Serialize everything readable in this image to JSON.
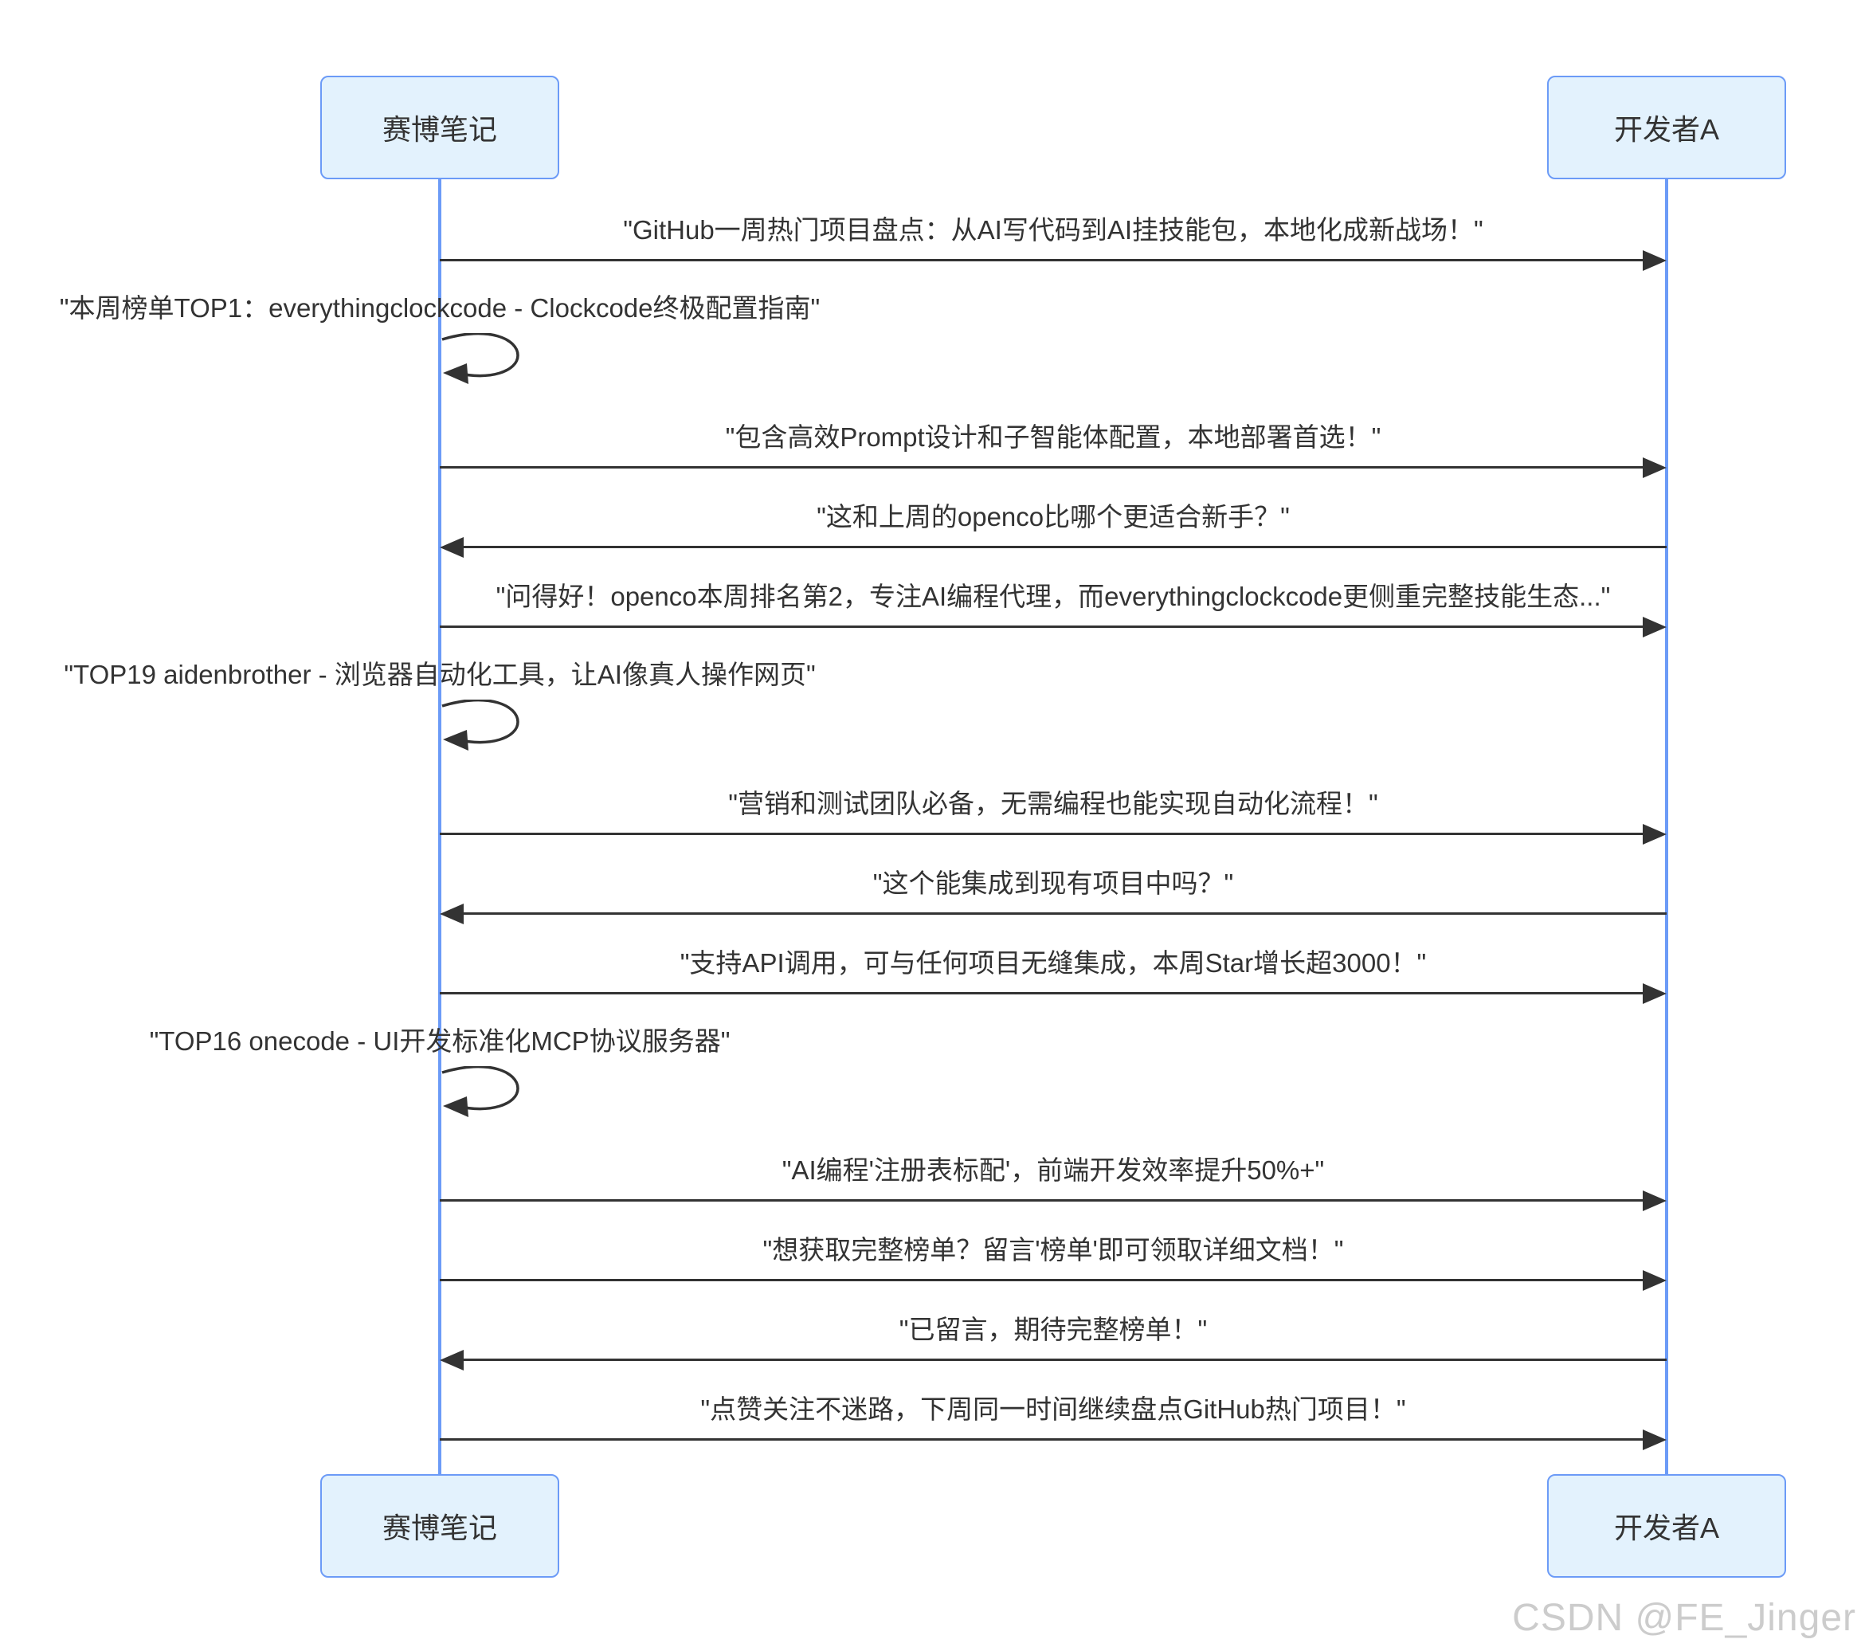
{
  "diagram_type": "sequence",
  "participants": [
    {
      "id": "cyber-note",
      "label": "赛博笔记"
    },
    {
      "id": "developer-a",
      "label": "开发者A"
    }
  ],
  "messages": [
    {
      "from": "赛博笔记",
      "to": "开发者A",
      "kind": "arrow-right",
      "text": "\"GitHub一周热门项目盘点：从AI写代码到AI挂技能包，本地化成新战场！\""
    },
    {
      "from": "赛博笔记",
      "to": "赛博笔记",
      "kind": "self",
      "text": "\"本周榜单TOP1：everythingclockcode - Clockcode终极配置指南\""
    },
    {
      "from": "赛博笔记",
      "to": "开发者A",
      "kind": "arrow-right",
      "text": "\"包含高效Prompt设计和子智能体配置，本地部署首选！\""
    },
    {
      "from": "开发者A",
      "to": "赛博笔记",
      "kind": "arrow-left",
      "text": "\"这和上周的openco比哪个更适合新手？\""
    },
    {
      "from": "赛博笔记",
      "to": "开发者A",
      "kind": "arrow-right",
      "text": "\"问得好！openco本周排名第2，专注AI编程代理，而everythingclockcode更侧重完整技能生态...\""
    },
    {
      "from": "赛博笔记",
      "to": "赛博笔记",
      "kind": "self",
      "text": "\"TOP19 aidenbrother - 浏览器自动化工具，让AI像真人操作网页\""
    },
    {
      "from": "赛博笔记",
      "to": "开发者A",
      "kind": "arrow-right",
      "text": "\"营销和测试团队必备，无需编程也能实现自动化流程！\""
    },
    {
      "from": "开发者A",
      "to": "赛博笔记",
      "kind": "arrow-left",
      "text": "\"这个能集成到现有项目中吗？\""
    },
    {
      "from": "赛博笔记",
      "to": "开发者A",
      "kind": "arrow-right",
      "text": "\"支持API调用，可与任何项目无缝集成，本周Star增长超3000！\""
    },
    {
      "from": "赛博笔记",
      "to": "赛博笔记",
      "kind": "self",
      "text": "\"TOP16 onecode - UI开发标准化MCP协议服务器\""
    },
    {
      "from": "赛博笔记",
      "to": "开发者A",
      "kind": "arrow-right",
      "text": "\"AI编程'注册表标配'，前端开发效率提升50%+\""
    },
    {
      "from": "赛博笔记",
      "to": "开发者A",
      "kind": "arrow-right",
      "text": "\"想获取完整榜单？留言'榜单'即可领取详细文档！\""
    },
    {
      "from": "开发者A",
      "to": "赛博笔记",
      "kind": "arrow-left",
      "text": "\"已留言，期待完整榜单！\""
    },
    {
      "from": "赛博笔记",
      "to": "开发者A",
      "kind": "arrow-right",
      "text": "\"点赞关注不迷路，下周同一时间继续盘点GitHub热门项目！\""
    }
  ],
  "watermark": "CSDN @FE_Jinger",
  "colors": {
    "actor_fill": "#e3f2fd",
    "actor_border": "#6c9bf7",
    "lifeline": "#6c9bf7",
    "arrow": "#333333",
    "text": "#333333",
    "watermark": "#cccccc"
  }
}
